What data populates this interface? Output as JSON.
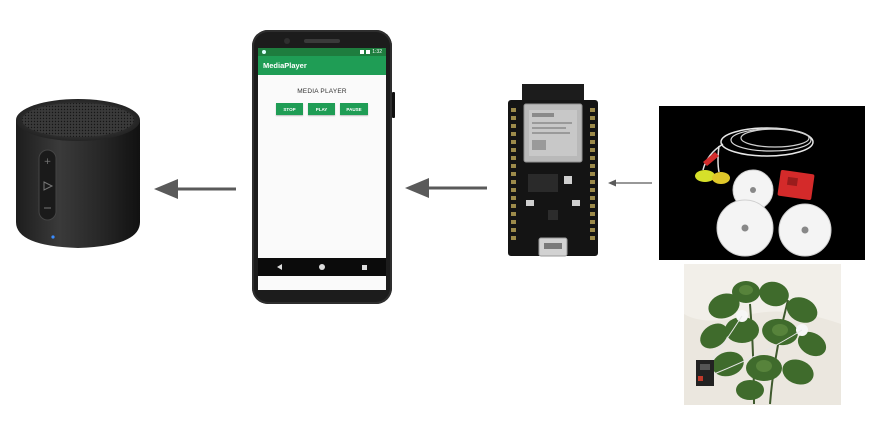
{
  "phone": {
    "status_time": "1:32",
    "app_title": "MediaPlayer",
    "heading": "MEDIA PLAYER",
    "buttons": {
      "stop": "STOP",
      "play": "PLAY",
      "pause": "PAUSE"
    }
  },
  "colors": {
    "app_bar": "#1f9d55",
    "status_bar": "#1e7d3e",
    "arrow": "#5a5a5a",
    "board": "#141414",
    "sensor_board": "#d42a2a"
  },
  "icons": {
    "speaker": "bluetooth-speaker-icon",
    "esp32": "microcontroller-board-icon",
    "sensor_kit": "ecg-electrode-sensor-icon",
    "plant": "potted-plant-icon"
  }
}
